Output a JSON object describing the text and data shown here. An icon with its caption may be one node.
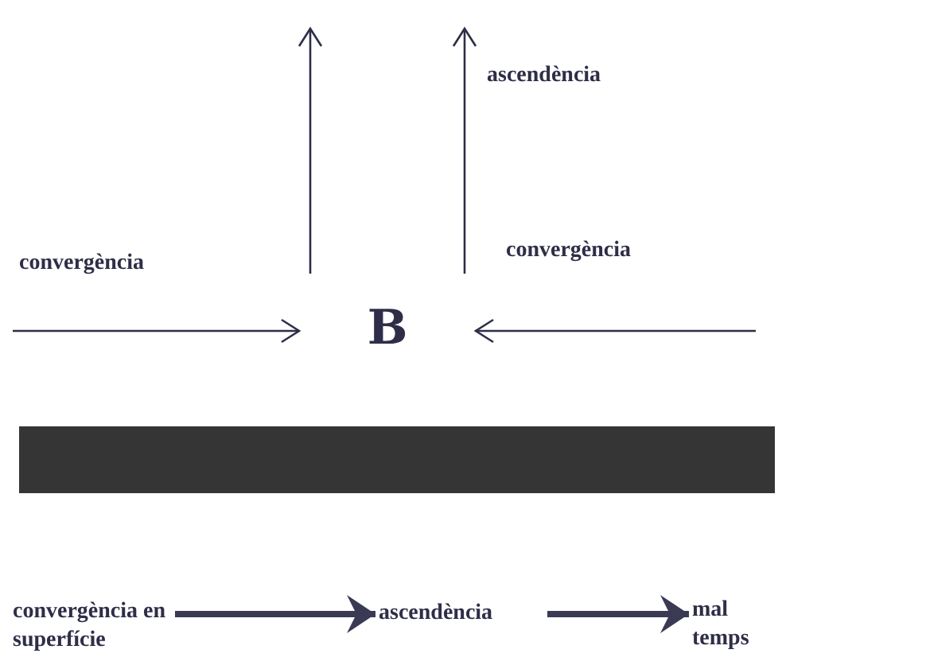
{
  "diagram": {
    "nodes": [
      {
        "text": [
          "B"
        ]
      },
      {
        "text": [
          "convergència en superfície"
        ]
      },
      {
        "text": [
          "ascendència"
        ]
      },
      {
        "text": [
          "mal temps"
        ]
      }
    ],
    "edges": [
      {
        "from": null,
        "to": 0,
        "arrow": "to",
        "label": "convergència"
      },
      {
        "from": null,
        "to": 0,
        "arrow": "to",
        "label": "convergència"
      },
      {
        "from": 0,
        "to": null,
        "arrow": "to"
      },
      {
        "from": 0,
        "to": null,
        "arrow": "to",
        "label": "ascendència"
      },
      {
        "from": 1,
        "to": 2,
        "arrow": "to",
        "style": "thick"
      },
      {
        "from": 2,
        "to": 3,
        "arrow": "to",
        "style": "thick"
      }
    ]
  }
}
